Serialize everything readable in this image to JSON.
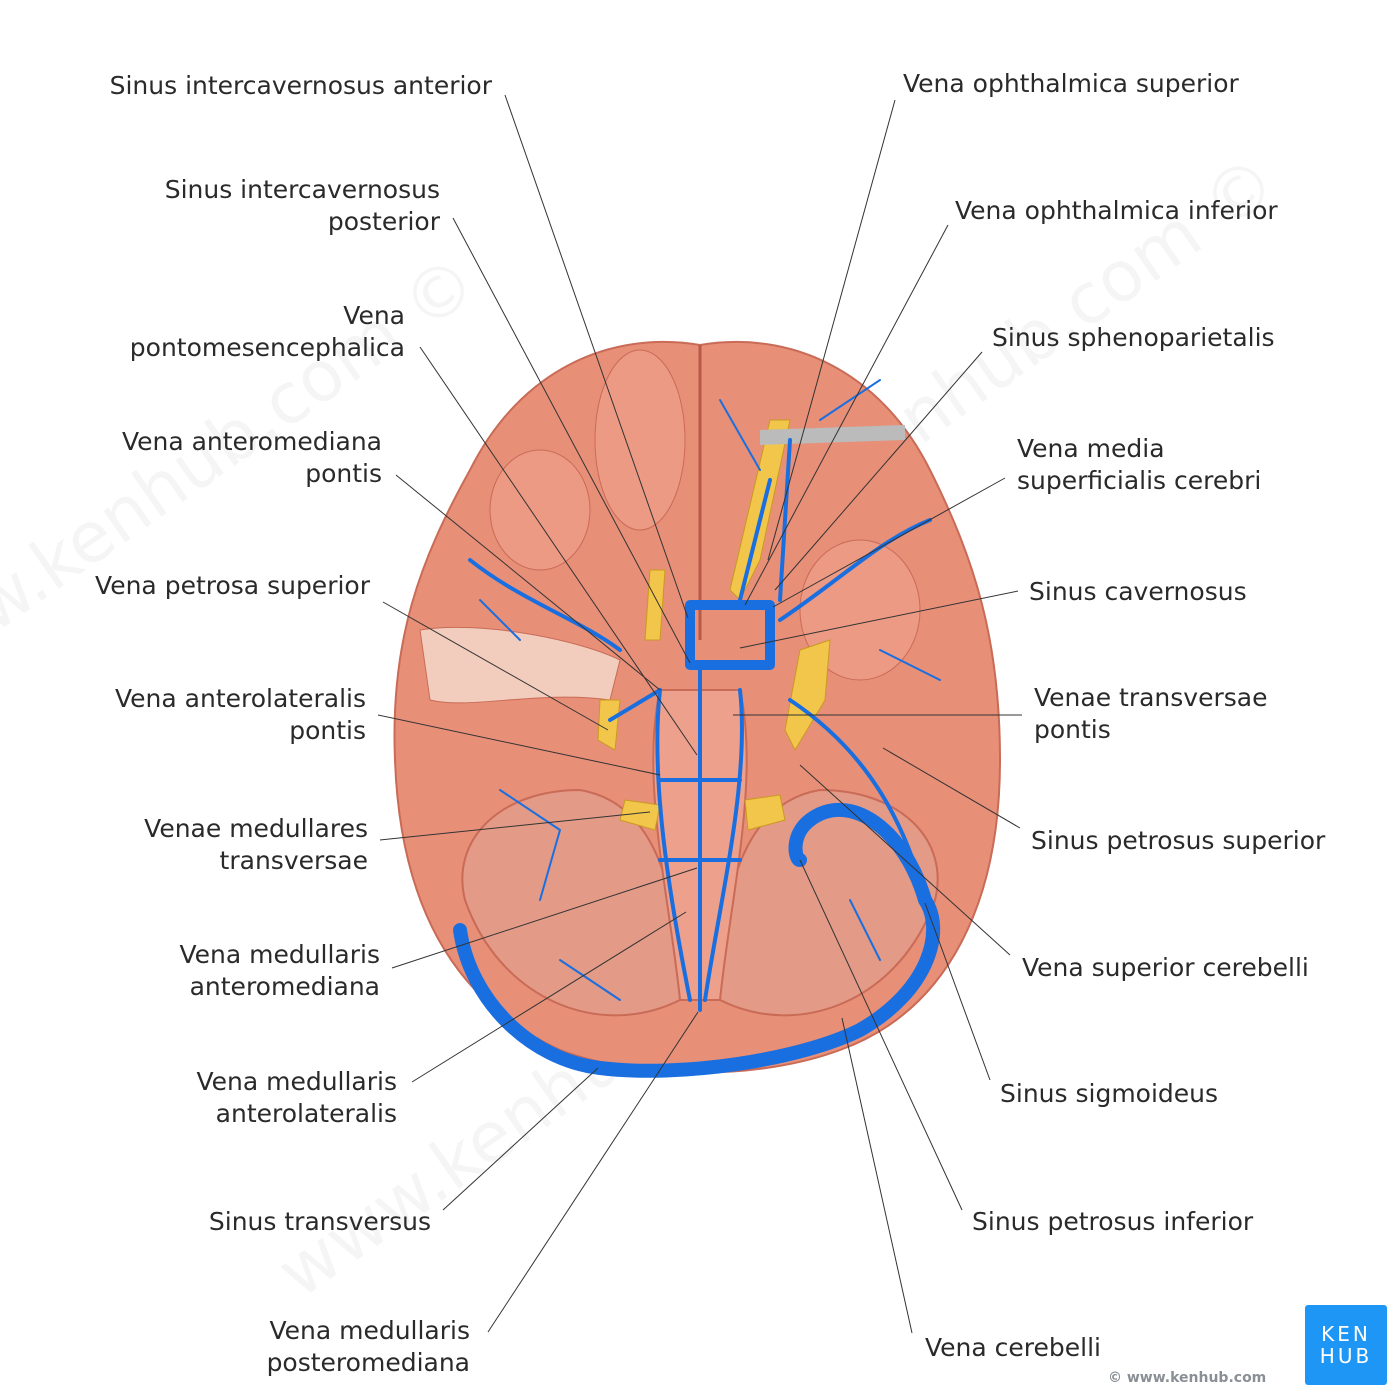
{
  "labels_left": [
    {
      "lines": [
        "Sinus intercavernosus anterior"
      ]
    },
    {
      "lines": [
        "Sinus intercavernosus",
        "posterior"
      ]
    },
    {
      "lines": [
        "Vena",
        "pontomesencephalica"
      ]
    },
    {
      "lines": [
        "Vena anteromediana",
        "pontis"
      ]
    },
    {
      "lines": [
        "Vena petrosa superior"
      ]
    },
    {
      "lines": [
        "Vena anterolateralis",
        "pontis"
      ]
    },
    {
      "lines": [
        "Venae medullares",
        "transversae"
      ]
    },
    {
      "lines": [
        "Vena medullaris",
        "anteromediana"
      ]
    },
    {
      "lines": [
        "Vena medullaris",
        "anterolateralis"
      ]
    },
    {
      "lines": [
        "Sinus transversus"
      ]
    },
    {
      "lines": [
        "Vena medullaris",
        "posteromediana"
      ]
    }
  ],
  "labels_right": [
    {
      "lines": [
        "Vena ophthalmica superior"
      ]
    },
    {
      "lines": [
        "Vena ophthalmica inferior"
      ]
    },
    {
      "lines": [
        "Sinus sphenoparietalis"
      ]
    },
    {
      "lines": [
        "Vena media",
        "superficialis cerebri"
      ]
    },
    {
      "lines": [
        "Sinus cavernosus"
      ]
    },
    {
      "lines": [
        "Venae transversae",
        "pontis"
      ]
    },
    {
      "lines": [
        "Sinus petrosus superior"
      ]
    },
    {
      "lines": [
        "Vena superior cerebelli"
      ]
    },
    {
      "lines": [
        "Sinus sigmoideus"
      ]
    },
    {
      "lines": [
        "Sinus petrosus inferior"
      ]
    },
    {
      "lines": [
        "Vena cerebelli"
      ]
    }
  ],
  "logo": {
    "line1": "KEN",
    "line2": "HUB"
  },
  "copyright": "© www.kenhub.com",
  "watermark": "www.kenhub.com ©",
  "colors": {
    "vein": "#1a6fe0",
    "brain": "#e88f78",
    "nerve": "#f2c64a",
    "logo": "#1e96f5"
  }
}
